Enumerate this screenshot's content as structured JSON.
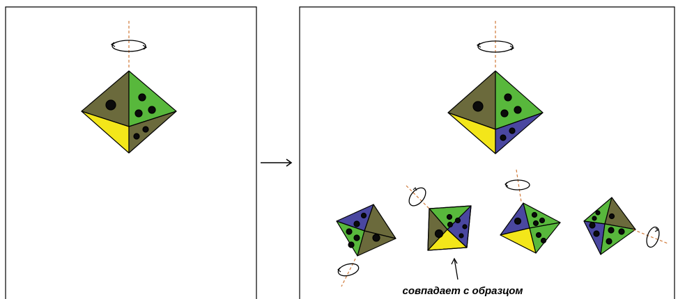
{
  "caption": "совпадает с образцом",
  "colors": {
    "olive": "#6b6a3c",
    "green": "#58b83c",
    "yellow": "#f3e61a",
    "blue": "#4a47a0",
    "axis": "#d07a3a",
    "outline": "#000000",
    "dot": "#0b0b0b"
  },
  "panels": [
    {
      "name": "sample-panel"
    },
    {
      "name": "candidates-panel"
    }
  ]
}
